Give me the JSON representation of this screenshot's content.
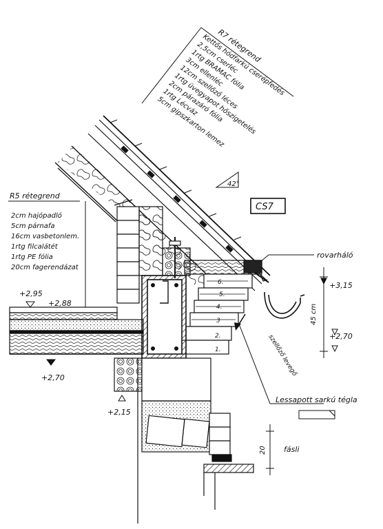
{
  "r7": {
    "title": "R7 rétegrend",
    "layers": [
      "Kettős hódfarkú cserépfedés",
      "2,5cm  cserléc",
      "1rtg  BRAMAC fólia",
      "3cm  ellenléc",
      "12cm  szellőző léces",
      "1rtg  üvegyapot hőszigetelés",
      "2cm  párazáró fólia",
      "1rtg  Lécváz",
      "5cm  gipszkarton lemez"
    ],
    "angle": "42°"
  },
  "r5": {
    "title": "R5 rétegrend",
    "layers": [
      "2cm  hajópadló",
      "5cm  párnafa",
      "16cm  vasbetonlem.",
      "1rtg  filcalátét",
      "1rtg  PE fólia",
      "20cm  fagerendázat"
    ]
  },
  "detail_tag": "CS7",
  "levels": {
    "floor_top": "+2,95",
    "floor_mid": "+2,88",
    "beam_bottom": "+2,70",
    "wall_low": "+2,15",
    "gutter_top": "+3,15",
    "gutter_bottom": "+2,70"
  },
  "dim_gutter": "45 cm",
  "dim_bottom": "20",
  "course_numbers": [
    "1.",
    "2.",
    "3",
    "4.",
    "5.",
    "6."
  ],
  "labels": {
    "insect_net": "rovarháló",
    "vent_air": "szellőző levegő",
    "corner_brick": "Lessapott sarkú tégla",
    "wood": "fásli"
  }
}
